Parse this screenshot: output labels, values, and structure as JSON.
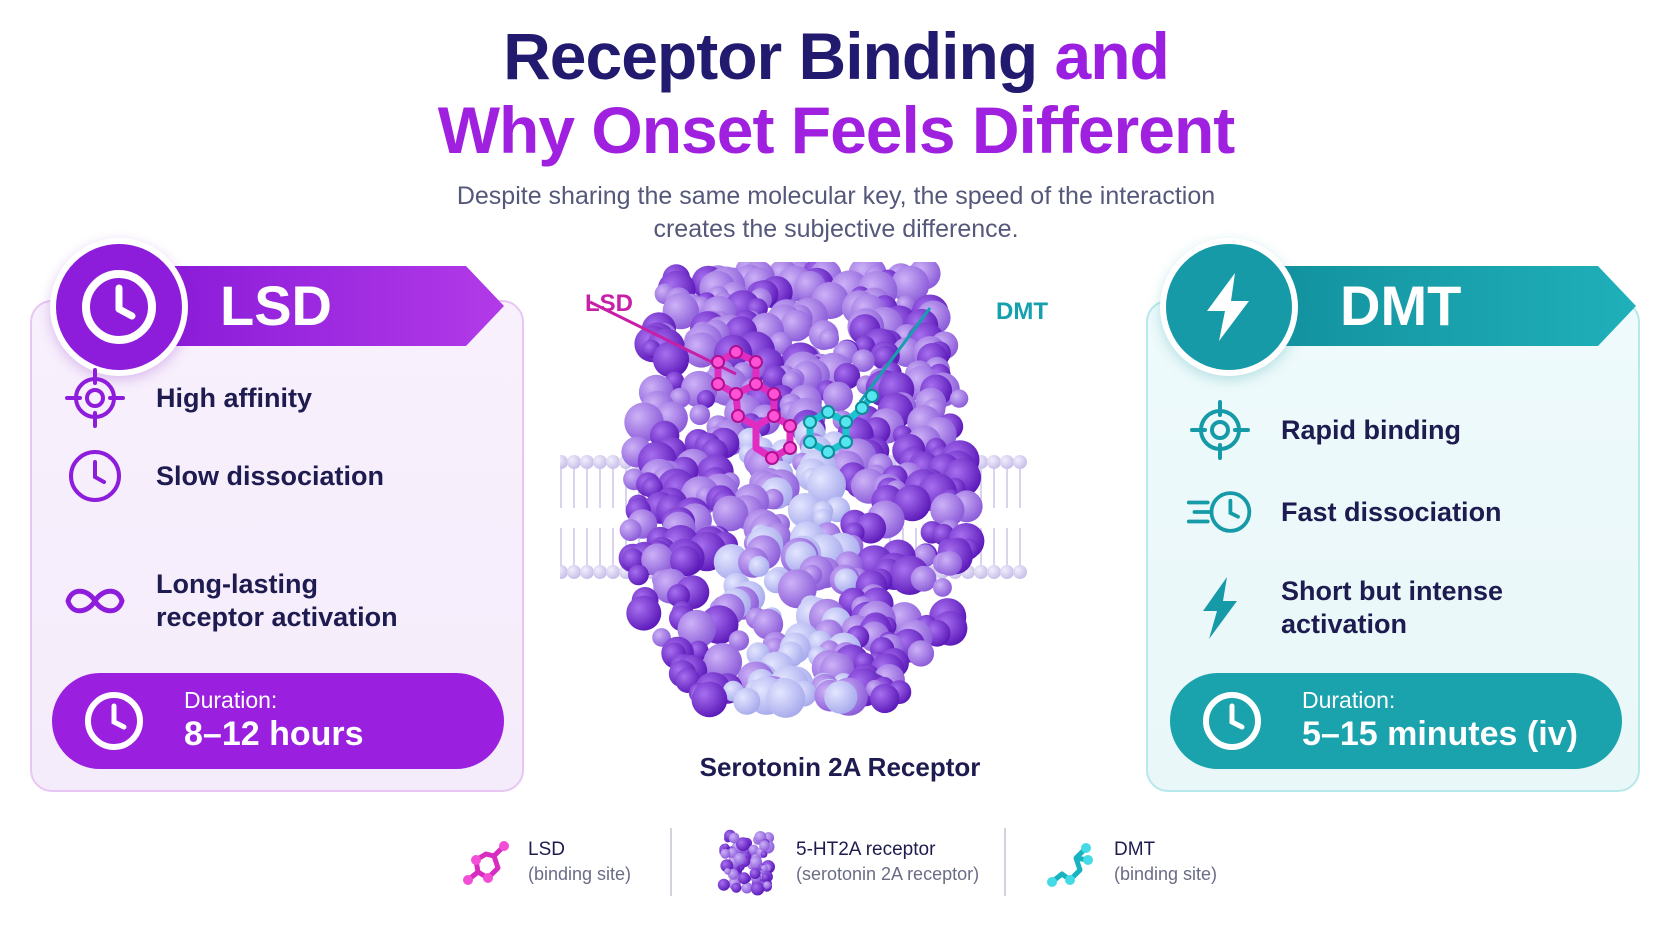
{
  "header": {
    "title_line1_part1": "Receptor Binding",
    "title_line1_part2": "and",
    "title_line2": "Why Onset Feels Different",
    "subtitle_line1": "Despite sharing the same molecular key, the speed of the interaction",
    "subtitle_line2": "creates the subjective difference."
  },
  "colors": {
    "lsd_accent": "#9a1fdf",
    "dmt_accent": "#1aa2ad",
    "title_navy": "#221a6e",
    "title_violet": "#9b1fe0",
    "receptor_dark": "#6a22c8",
    "receptor_light": "#b893ee"
  },
  "lsd_panel": {
    "name": "LSD",
    "badge_icon": "clock-icon",
    "features": [
      {
        "icon": "target-icon",
        "text": "High affinity"
      },
      {
        "icon": "clock-icon",
        "text": "Slow dissociation"
      },
      {
        "icon": "infinity-icon",
        "text_line1": "Long-lasting",
        "text_line2": "receptor activation"
      }
    ],
    "duration_label": "Duration:",
    "duration_value": "8–12 hours"
  },
  "dmt_panel": {
    "name": "DMT",
    "badge_icon": "lightning-icon",
    "features": [
      {
        "icon": "target-icon",
        "text": "Rapid binding"
      },
      {
        "icon": "fast-clock-icon",
        "text": "Fast dissociation"
      },
      {
        "icon": "lightning-icon",
        "text_line1": "Short but intense",
        "text_line2": "activation"
      }
    ],
    "duration_label": "Duration:",
    "duration_value": "5–15 minutes (iv)"
  },
  "center": {
    "lsd_label": "LSD",
    "dmt_label": "DMT",
    "caption": "Serotonin 2A Receptor"
  },
  "legend": [
    {
      "name": "LSD",
      "sub": "(binding site)",
      "icon": "lsd-molecule-icon"
    },
    {
      "name": "5-HT2A receptor",
      "sub": "(serotonin 2A receptor)",
      "icon": "receptor-icon"
    },
    {
      "name": "DMT",
      "sub": "(binding site)",
      "icon": "dmt-molecule-icon"
    }
  ]
}
